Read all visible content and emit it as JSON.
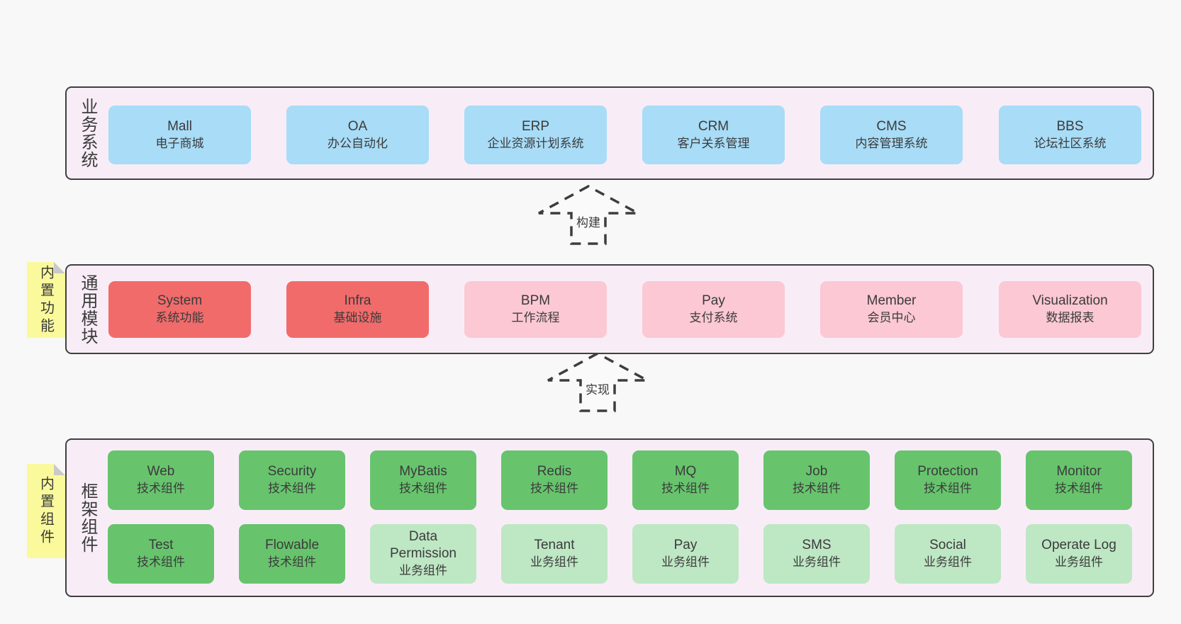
{
  "colors": {
    "page_bg": "#f8f8f8",
    "panel_bg": "#f8edf7",
    "panel_border": "#404040",
    "business_system_box": "#a8dcf7",
    "core_module_box": "#f16b6b",
    "extension_module_box": "#fbc8d3",
    "tech_component_box": "#67c46d",
    "biz_component_box": "#bee7c4",
    "sticky_note": "#fafa9c",
    "sticky_fold": "#c9c9c9",
    "text": "#3b3b3b"
  },
  "sections": {
    "business": {
      "label": "业务系统",
      "boxes": [
        {
          "title": "Mall",
          "subtitle": "电子商城"
        },
        {
          "title": "OA",
          "subtitle": "办公自动化"
        },
        {
          "title": "ERP",
          "subtitle": "企业资源计划系统"
        },
        {
          "title": "CRM",
          "subtitle": "客户关系管理"
        },
        {
          "title": "CMS",
          "subtitle": "内容管理系统"
        },
        {
          "title": "BBS",
          "subtitle": "论坛社区系统"
        }
      ]
    },
    "modules": {
      "label": "通用模块",
      "sticky": "内置功能",
      "boxes": [
        {
          "title": "System",
          "subtitle": "系统功能",
          "variant": "core"
        },
        {
          "title": "Infra",
          "subtitle": "基础设施",
          "variant": "core"
        },
        {
          "title": "BPM",
          "subtitle": "工作流程",
          "variant": "extension"
        },
        {
          "title": "Pay",
          "subtitle": "支付系统",
          "variant": "extension"
        },
        {
          "title": "Member",
          "subtitle": "会员中心",
          "variant": "extension"
        },
        {
          "title": "Visualization",
          "subtitle": "数据报表",
          "variant": "extension"
        }
      ]
    },
    "framework": {
      "label": "框架组件",
      "sticky": "内置组件",
      "rows": [
        [
          {
            "title": "Web",
            "subtitle": "技术组件",
            "variant": "tech"
          },
          {
            "title": "Security",
            "subtitle": "技术组件",
            "variant": "tech"
          },
          {
            "title": "MyBatis",
            "subtitle": "技术组件",
            "variant": "tech"
          },
          {
            "title": "Redis",
            "subtitle": "技术组件",
            "variant": "tech"
          },
          {
            "title": "MQ",
            "subtitle": "技术组件",
            "variant": "tech"
          },
          {
            "title": "Job",
            "subtitle": "技术组件",
            "variant": "tech"
          },
          {
            "title": "Protection",
            "subtitle": "技术组件",
            "variant": "tech"
          },
          {
            "title": "Monitor",
            "subtitle": "技术组件",
            "variant": "tech"
          }
        ],
        [
          {
            "title": "Test",
            "subtitle": "技术组件",
            "variant": "tech"
          },
          {
            "title": "Flowable",
            "subtitle": "技术组件",
            "variant": "tech"
          },
          {
            "title": "Data Permission",
            "subtitle": "业务组件",
            "variant": "biz"
          },
          {
            "title": "Tenant",
            "subtitle": "业务组件",
            "variant": "biz"
          },
          {
            "title": "Pay",
            "subtitle": "业务组件",
            "variant": "biz"
          },
          {
            "title": "SMS",
            "subtitle": "业务组件",
            "variant": "biz"
          },
          {
            "title": "Social",
            "subtitle": "业务组件",
            "variant": "biz"
          },
          {
            "title": "Operate Log",
            "subtitle": "业务组件",
            "variant": "biz"
          }
        ]
      ]
    }
  },
  "arrows": [
    {
      "label": "构建"
    },
    {
      "label": "实现"
    }
  ]
}
